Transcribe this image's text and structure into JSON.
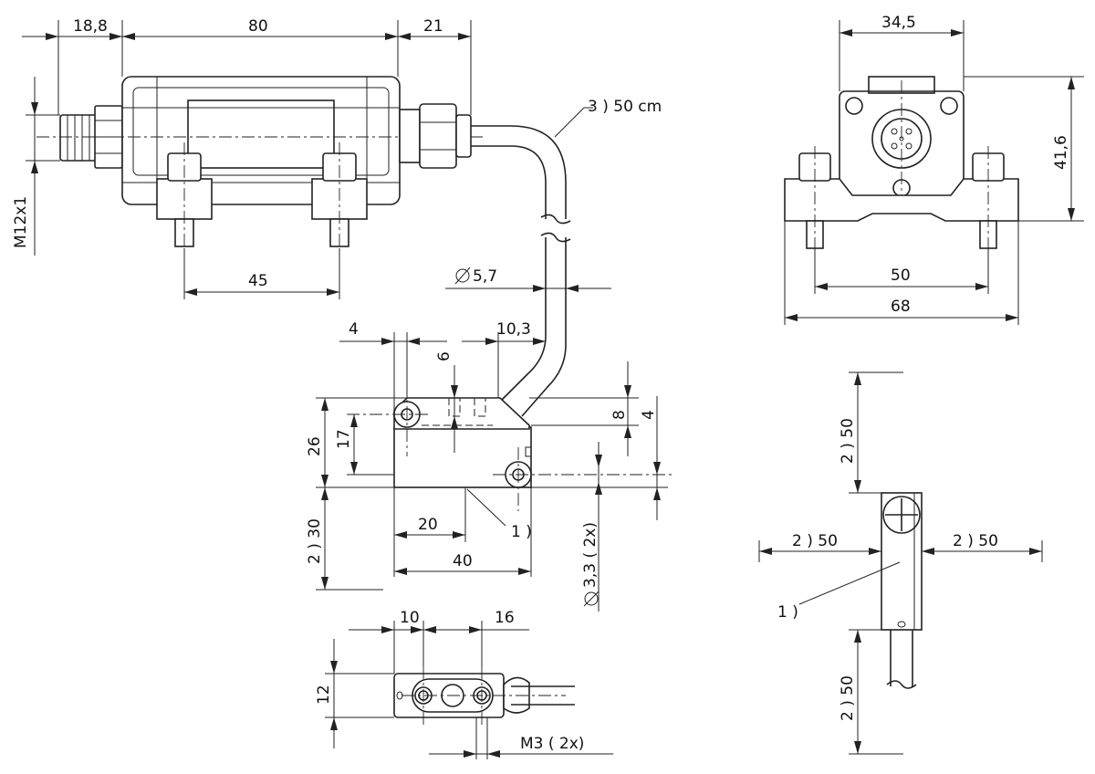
{
  "title": "",
  "views": {
    "top_left": {
      "dims": {
        "d_18_8": "18,8",
        "d_80": "80",
        "d_21": "21",
        "d_45": "45"
      },
      "thread_label": "M12x1",
      "cable_note": "3 )  50 cm",
      "cable_diameter": "5,7"
    },
    "top_right": {
      "dims": {
        "d_34_5": "34,5",
        "d_41_6": "41,6",
        "d_50": "50",
        "d_68": "68"
      }
    },
    "middle": {
      "dims": {
        "d_4": "4",
        "d_10_3": "10,3",
        "d_6": "6",
        "d_8": "8",
        "d_4b": "4",
        "d_26": "26",
        "d_17": "17",
        "d_20": "20",
        "d_40": "40"
      },
      "clearance_below": "2 )  30",
      "hole_diameter": "3,3  ( 2x)",
      "note_ref": "1 )"
    },
    "bottom": {
      "dims": {
        "d_10": "10",
        "d_16": "16",
        "d_12": "12"
      },
      "thread_label": "M3  ( 2x)"
    },
    "right_side": {
      "clearance_top": "2 )  50",
      "clearance_left": "2 )  50",
      "clearance_right": "2 )  50",
      "clearance_bottom": "2 )  50",
      "note_ref": "1 )"
    }
  }
}
